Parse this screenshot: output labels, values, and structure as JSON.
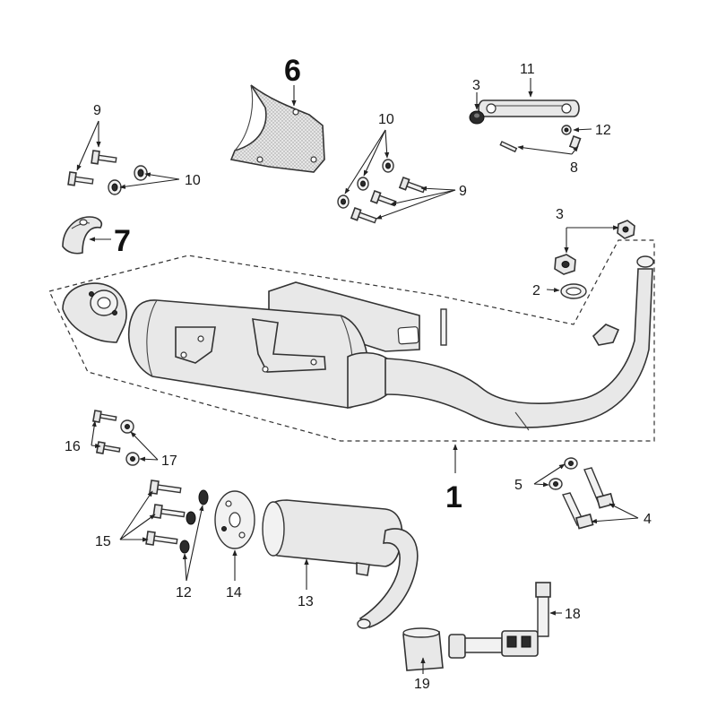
{
  "diagram": {
    "callouts": {
      "p1": "1",
      "p2": "2",
      "p3a": "3",
      "p3b": "3",
      "p4": "4",
      "p5": "5",
      "p6": "6",
      "p7": "7",
      "p8": "8",
      "p9a": "9",
      "p9b": "9",
      "p10a": "10",
      "p10b": "10",
      "p11": "11",
      "p12a": "12",
      "p12b": "12",
      "p13": "13",
      "p14": "14",
      "p15": "15",
      "p16": "16",
      "p17": "17",
      "p18": "18",
      "p19": "19"
    }
  }
}
